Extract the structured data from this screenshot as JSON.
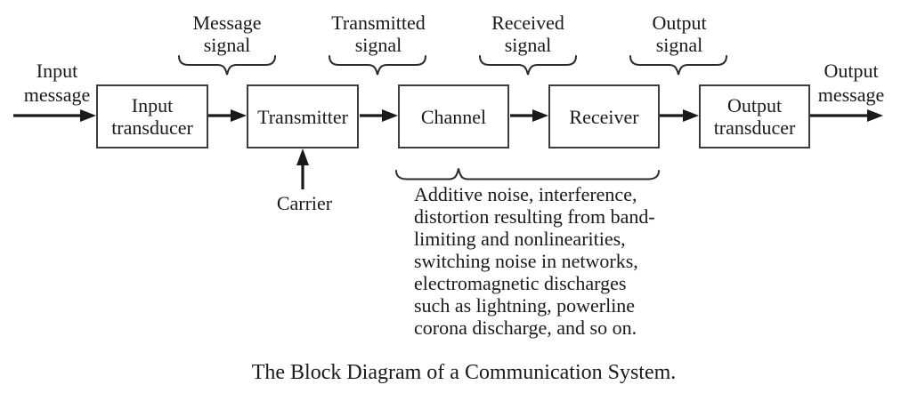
{
  "blocks": [
    {
      "label": "Input transducer"
    },
    {
      "label": "Transmitter"
    },
    {
      "label": "Channel"
    },
    {
      "label": "Receiver"
    },
    {
      "label": "Output transducer"
    }
  ],
  "signal_labels": [
    {
      "line1": "Message",
      "line2": "signal"
    },
    {
      "line1": "Transmitted",
      "line2": "signal"
    },
    {
      "line1": "Received",
      "line2": "signal"
    },
    {
      "line1": "Output",
      "line2": "signal"
    }
  ],
  "io_labels": {
    "input": {
      "line1": "Input",
      "line2": "message"
    },
    "output": {
      "line1": "Output",
      "line2": "message"
    }
  },
  "carrier_label": "Carrier",
  "channel_note_lines": [
    "Additive noise, interference,",
    "distortion resulting from band-",
    "limiting and nonlinearities,",
    "switching noise in networks,",
    "electromagnetic discharges",
    "such as lightning, powerline",
    "corona discharge, and so on."
  ],
  "caption": "The Block Diagram of a Communication System.",
  "colors": {
    "ink": "#1a1a1a",
    "box_border": "#3d3d3d",
    "background": "#ffffff"
  }
}
